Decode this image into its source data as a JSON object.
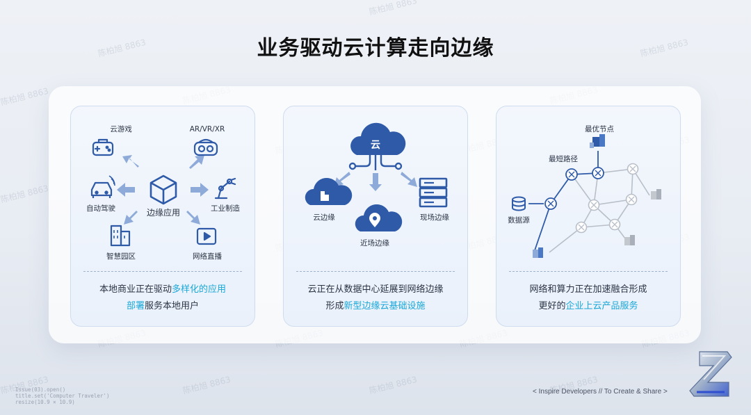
{
  "title": "业务驱动云计算走向边缘",
  "watermark": "陈柏旭 8863",
  "cards": [
    {
      "center": "边缘应用",
      "items": [
        "云游戏",
        "AR/VR/XR",
        "自动驾驶",
        "工业制造",
        "智慧园区",
        "网络直播"
      ],
      "caption_line1_pre": "本地商业正在驱动",
      "caption_line1_hl": "多样化的应用",
      "caption_line2_hl": "部署",
      "caption_line2_post": "服务本地用户"
    },
    {
      "cloud": "云",
      "items": [
        "云边缘",
        "近场边缘",
        "现场边缘"
      ],
      "caption_line1": "云正在从数据中心延展到网络边缘",
      "caption_line2_pre": "形成",
      "caption_line2_hl": "新型边缘云基础设施"
    },
    {
      "items": [
        "最优节点",
        "最短路径",
        "数据源"
      ],
      "caption_line1": "网络和算力正在加速融合形成",
      "caption_line2_pre": "更好的",
      "caption_line2_hl": "企业上云产品服务"
    }
  ],
  "code_lines": [
    "Issue(03).open()",
    "title.set('Computer Traveler')",
    "resize(10.9 × 10.9)"
  ],
  "footer": "< Inspire Developers  //  To Create & Share >",
  "colors": {
    "primary": "#2e5aa8",
    "highlight": "#1aa7d8",
    "arrow": "#8eaad8",
    "gray": "#b9bfc8"
  }
}
